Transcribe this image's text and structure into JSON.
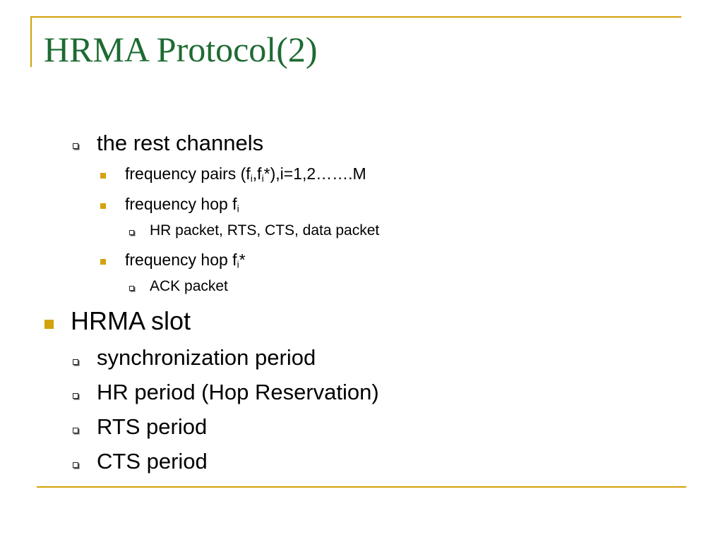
{
  "slide": {
    "title": "HRMA Protocol(2)",
    "content": {
      "rest_channels": "the rest channels",
      "freq_pairs": {
        "prefix": "frequency pairs (f",
        "sub1": "i",
        "mid": ",f",
        "sub2": "i",
        "suffix": "*),i=1,2…….M"
      },
      "hop_fi": {
        "prefix": "frequency hop f",
        "sub": "i",
        "suffix": ""
      },
      "hop_fi_packets": "HR packet, RTS, CTS, data packet",
      "hop_fi_star": {
        "prefix": "frequency hop f",
        "sub": "i",
        "suffix": "*"
      },
      "ack_packet": "ACK packet",
      "hrma_slot": "HRMA slot",
      "periods": [
        "synchronization period",
        "HR period (Hop Reservation)",
        "RTS period",
        "CTS period"
      ]
    }
  },
  "colors": {
    "title": "#1e6b32",
    "accent_rule": "#d4a20a",
    "bullet_solid": "#d4a20a",
    "text": "#000000"
  },
  "icons": {
    "level1_bullet": "hollow-square-bullet",
    "level2_bullet": "gold-square-bullet",
    "level0_bullet": "gold-square-bullet"
  }
}
